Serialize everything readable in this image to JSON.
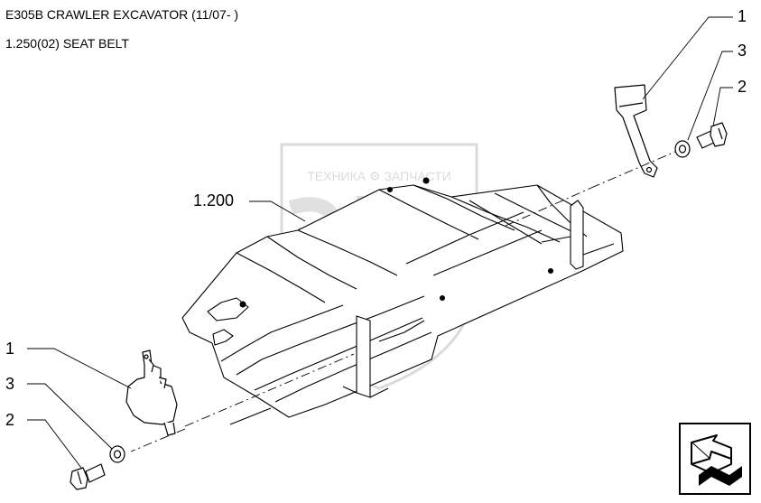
{
  "header": {
    "model_title": "E305B CRAWLER EXCAVATOR (11/07- )",
    "section_title": "1.250(02) SEAT BELT"
  },
  "watermark": {
    "text": "ТЕХНИКА ⚙ ЗАПЧАСТИ"
  },
  "callouts": {
    "belt_right": "1",
    "washer_right": "3",
    "bolt_right": "2",
    "seat_frame": "1.200",
    "belt_left": "1",
    "washer_left": "3",
    "bolt_left": "2"
  },
  "navigation": {
    "icon": "return-arrow-icon"
  }
}
